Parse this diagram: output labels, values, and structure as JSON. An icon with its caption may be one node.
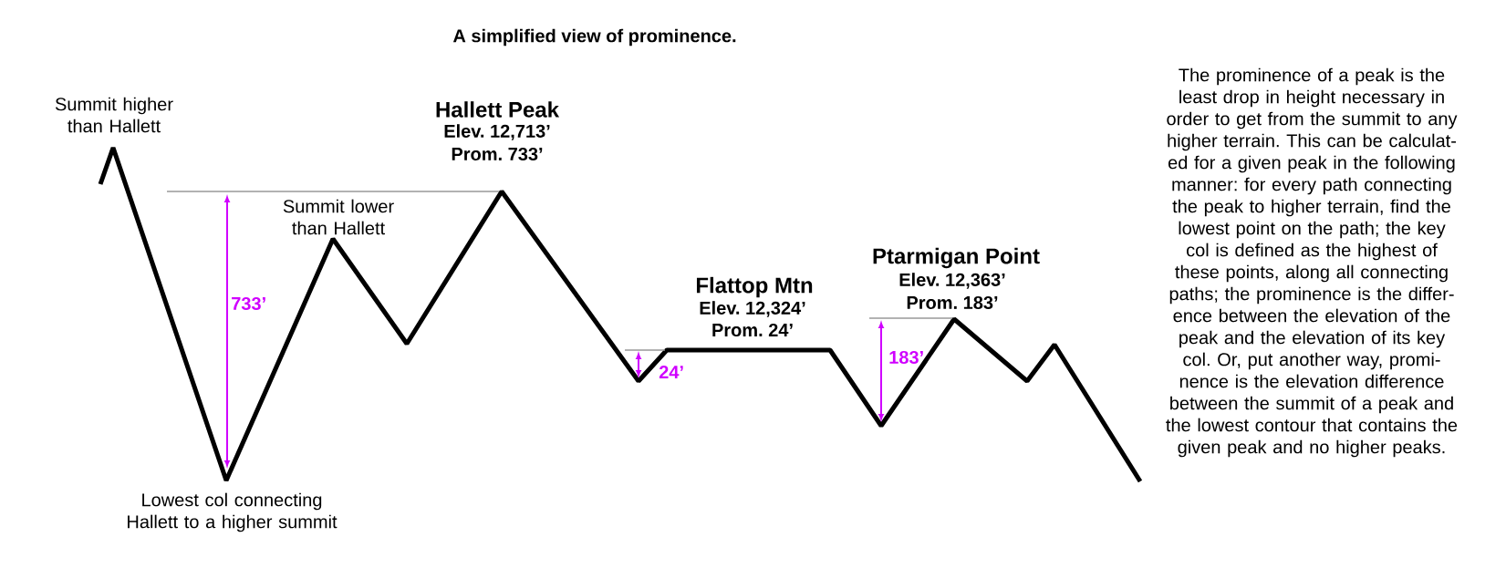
{
  "diagram": {
    "title": "A simplified view of prominence.",
    "labels": [
      "Summit higher than Hallett",
      "Hallett Peak",
      "Elev. 12,713’",
      "Prom. 733’",
      "Summit lower than Hallett",
      "Ptarmigan Point",
      "Elev. 12,363’",
      "Prom. 183’",
      "Flattop Mtn",
      "Elev. 12,324’",
      "Prom. 24’",
      "733’",
      "24’",
      "183’",
      "Lowest col connecting Hallett to a higher summit",
      "The prominence of a peak is the least drop in height necessary in order to get from the summit to any higher terrain. This can be calculat- ed for a given peak in the following manner: for every path connecting the peak to higher terrain, find the lowest point on the path; the key col is defined as the highest of these points, along all connecting paths; the prominence is the differ- ence between the elevation of the peak and the elevation of its key col. Or, put another way, promi- nence is the elevation difference between the summit of a peak and the lowest contour that contains the given peak and no higher peaks."
    ]
  }
}
